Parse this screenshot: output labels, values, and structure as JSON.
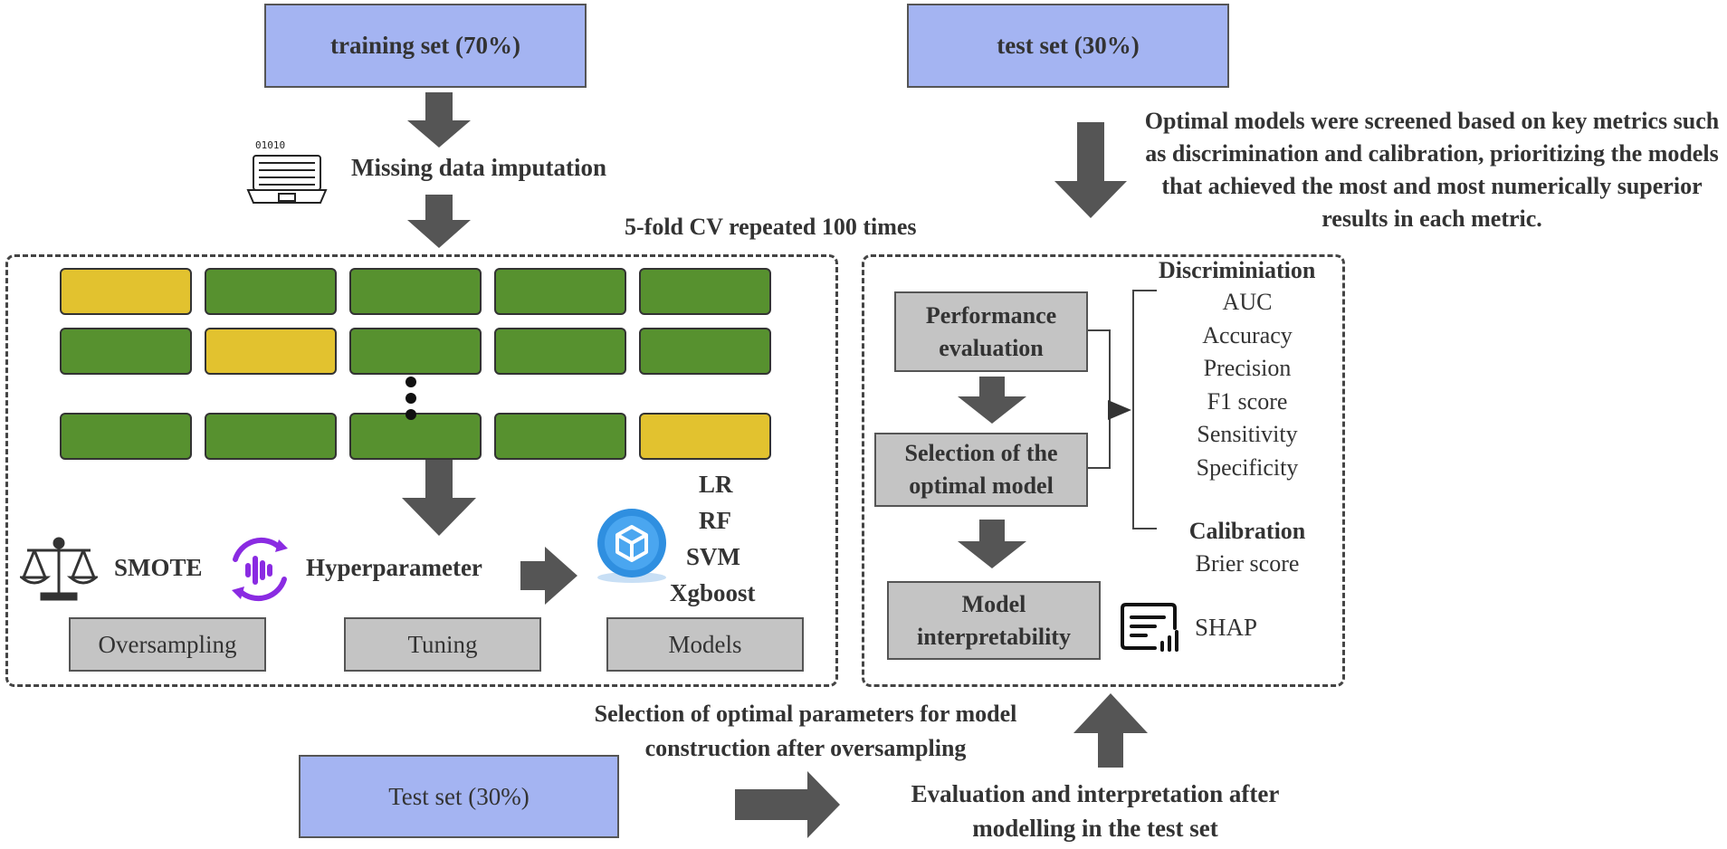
{
  "top": {
    "training_set": "training set (70%)",
    "test_set": "test set (30%)",
    "missing_imputation": "Missing data imputation",
    "cv_label": "5-fold CV repeated 100 times",
    "screening_text": "Optimal models were screened based on key metrics such as discrimination and calibration, prioritizing the models that achieved the most and most numerically superior results in each metric."
  },
  "left_panel": {
    "smote": "SMOTE",
    "hyperparameter": "Hyperparameter",
    "models": [
      "LR",
      "RF",
      "SVM",
      "Xgboost"
    ],
    "stages": [
      "Oversampling",
      "Tuning",
      "Models"
    ]
  },
  "right_panel": {
    "performance_evaluation": "Performance evaluation",
    "optimal_selection": "Selection of the optimal model",
    "interpretability": "Model interpretability",
    "shap": "SHAP",
    "discrimination_title": "Discriminiation",
    "discrimination_metrics": [
      "AUC",
      "Accuracy",
      "Precision",
      "F1 score",
      "Sensitivity",
      "Specificity"
    ],
    "calibration_title": "Calibration",
    "calibration_metric": "Brier score"
  },
  "bottom": {
    "param_selection": "Selection of optimal parameters for model construction after oversampling",
    "test_set": "Test set (30%)",
    "evaluation_text": "Evaluation and interpretation after modelling in the test set"
  },
  "colors": {
    "set_box": "#a4b4f2",
    "stage_box": "#c4c4c4",
    "training_fold": "#57912f",
    "validation_fold": "#e2c22f",
    "arrow": "#555555",
    "icon_purple": "#8a2be2",
    "icon_blue": "#2f8fe0"
  },
  "icons": [
    "laptop-icon",
    "balance-scale-icon",
    "audio-tuning-icon",
    "cube-icon",
    "report-chart-icon"
  ]
}
